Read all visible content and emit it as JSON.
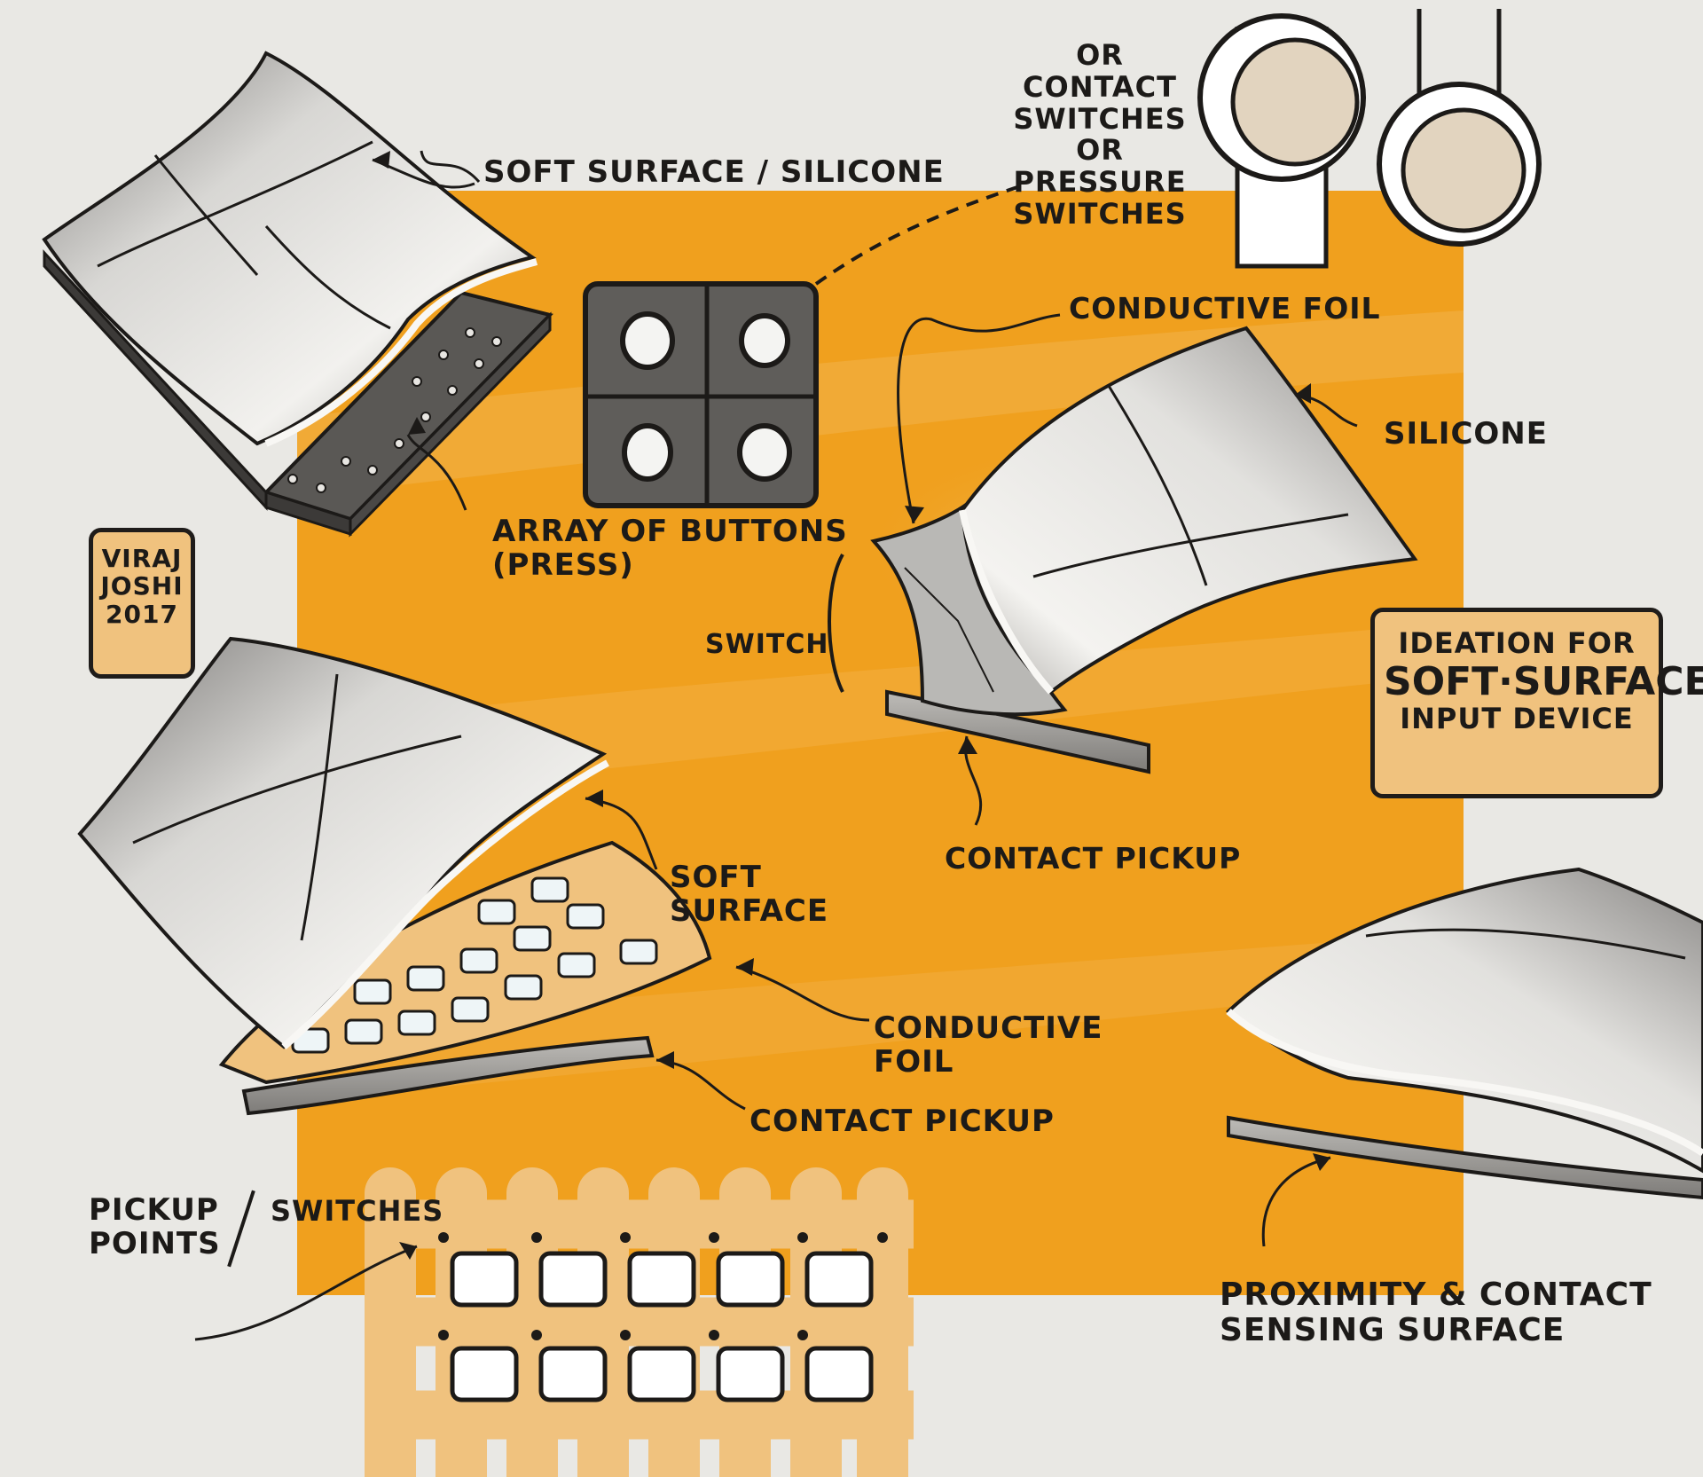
{
  "labels": {
    "soft_surface_silicone": "SOFT SURFACE / SILICONE",
    "switch_options": "OR\nCONTACT\nSWITCHES\nOR\nPRESSURE\nSWITCHES",
    "conductive_foil_top": "CONDUCTIVE FOIL",
    "silicone": "SILICONE",
    "array_of_buttons": "ARRAY OF BUTTONS\n(PRESS)",
    "switch": "SWITCH",
    "contact_pickup_mid": "CONTACT PICKUP",
    "soft_surface": "SOFT\nSURFACE",
    "conductive_foil_low": "CONDUCTIVE\nFOIL",
    "contact_pickup_low": "CONTACT PICKUP",
    "pickup_points": "PICKUP\nPOINTS",
    "switches": "SWITCHES",
    "proximity_sensing": "PROXIMITY & CONTACT\nSENSING SURFACE"
  },
  "signature": {
    "text": "VIRAJ\nJOSHI\n2017"
  },
  "title_box": {
    "line1": "IDEATION FOR",
    "line2": "SOFT·SURFACE",
    "line3": "INPUT DEVICE"
  },
  "colors": {
    "background": "#e9e8e4",
    "accent_orange": "#f0a01e",
    "pale_orange": "#f0c27e",
    "ink": "#1c1a18",
    "dark_grey": "#5a5855",
    "button_grey": "#5f5d5a"
  }
}
